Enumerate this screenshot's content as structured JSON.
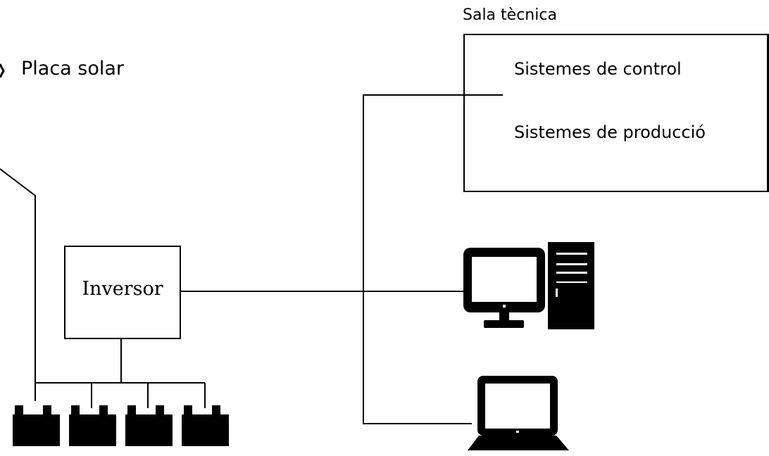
{
  "solar_panel": {
    "label": "Placa solar"
  },
  "inverter": {
    "label": "Inversor"
  },
  "technical_room": {
    "title": "Sala tècnica",
    "items": [
      "Sistemes de control",
      "Sistemes de producció"
    ]
  },
  "batteries": {
    "count": 4
  },
  "colors": {
    "line": "#000000",
    "background": "#ffffff",
    "device": "#000000",
    "screen": "#ffffff"
  },
  "icons": [
    "solar-panel-icon",
    "battery-icon",
    "desktop-computer-icon",
    "laptop-icon"
  ]
}
